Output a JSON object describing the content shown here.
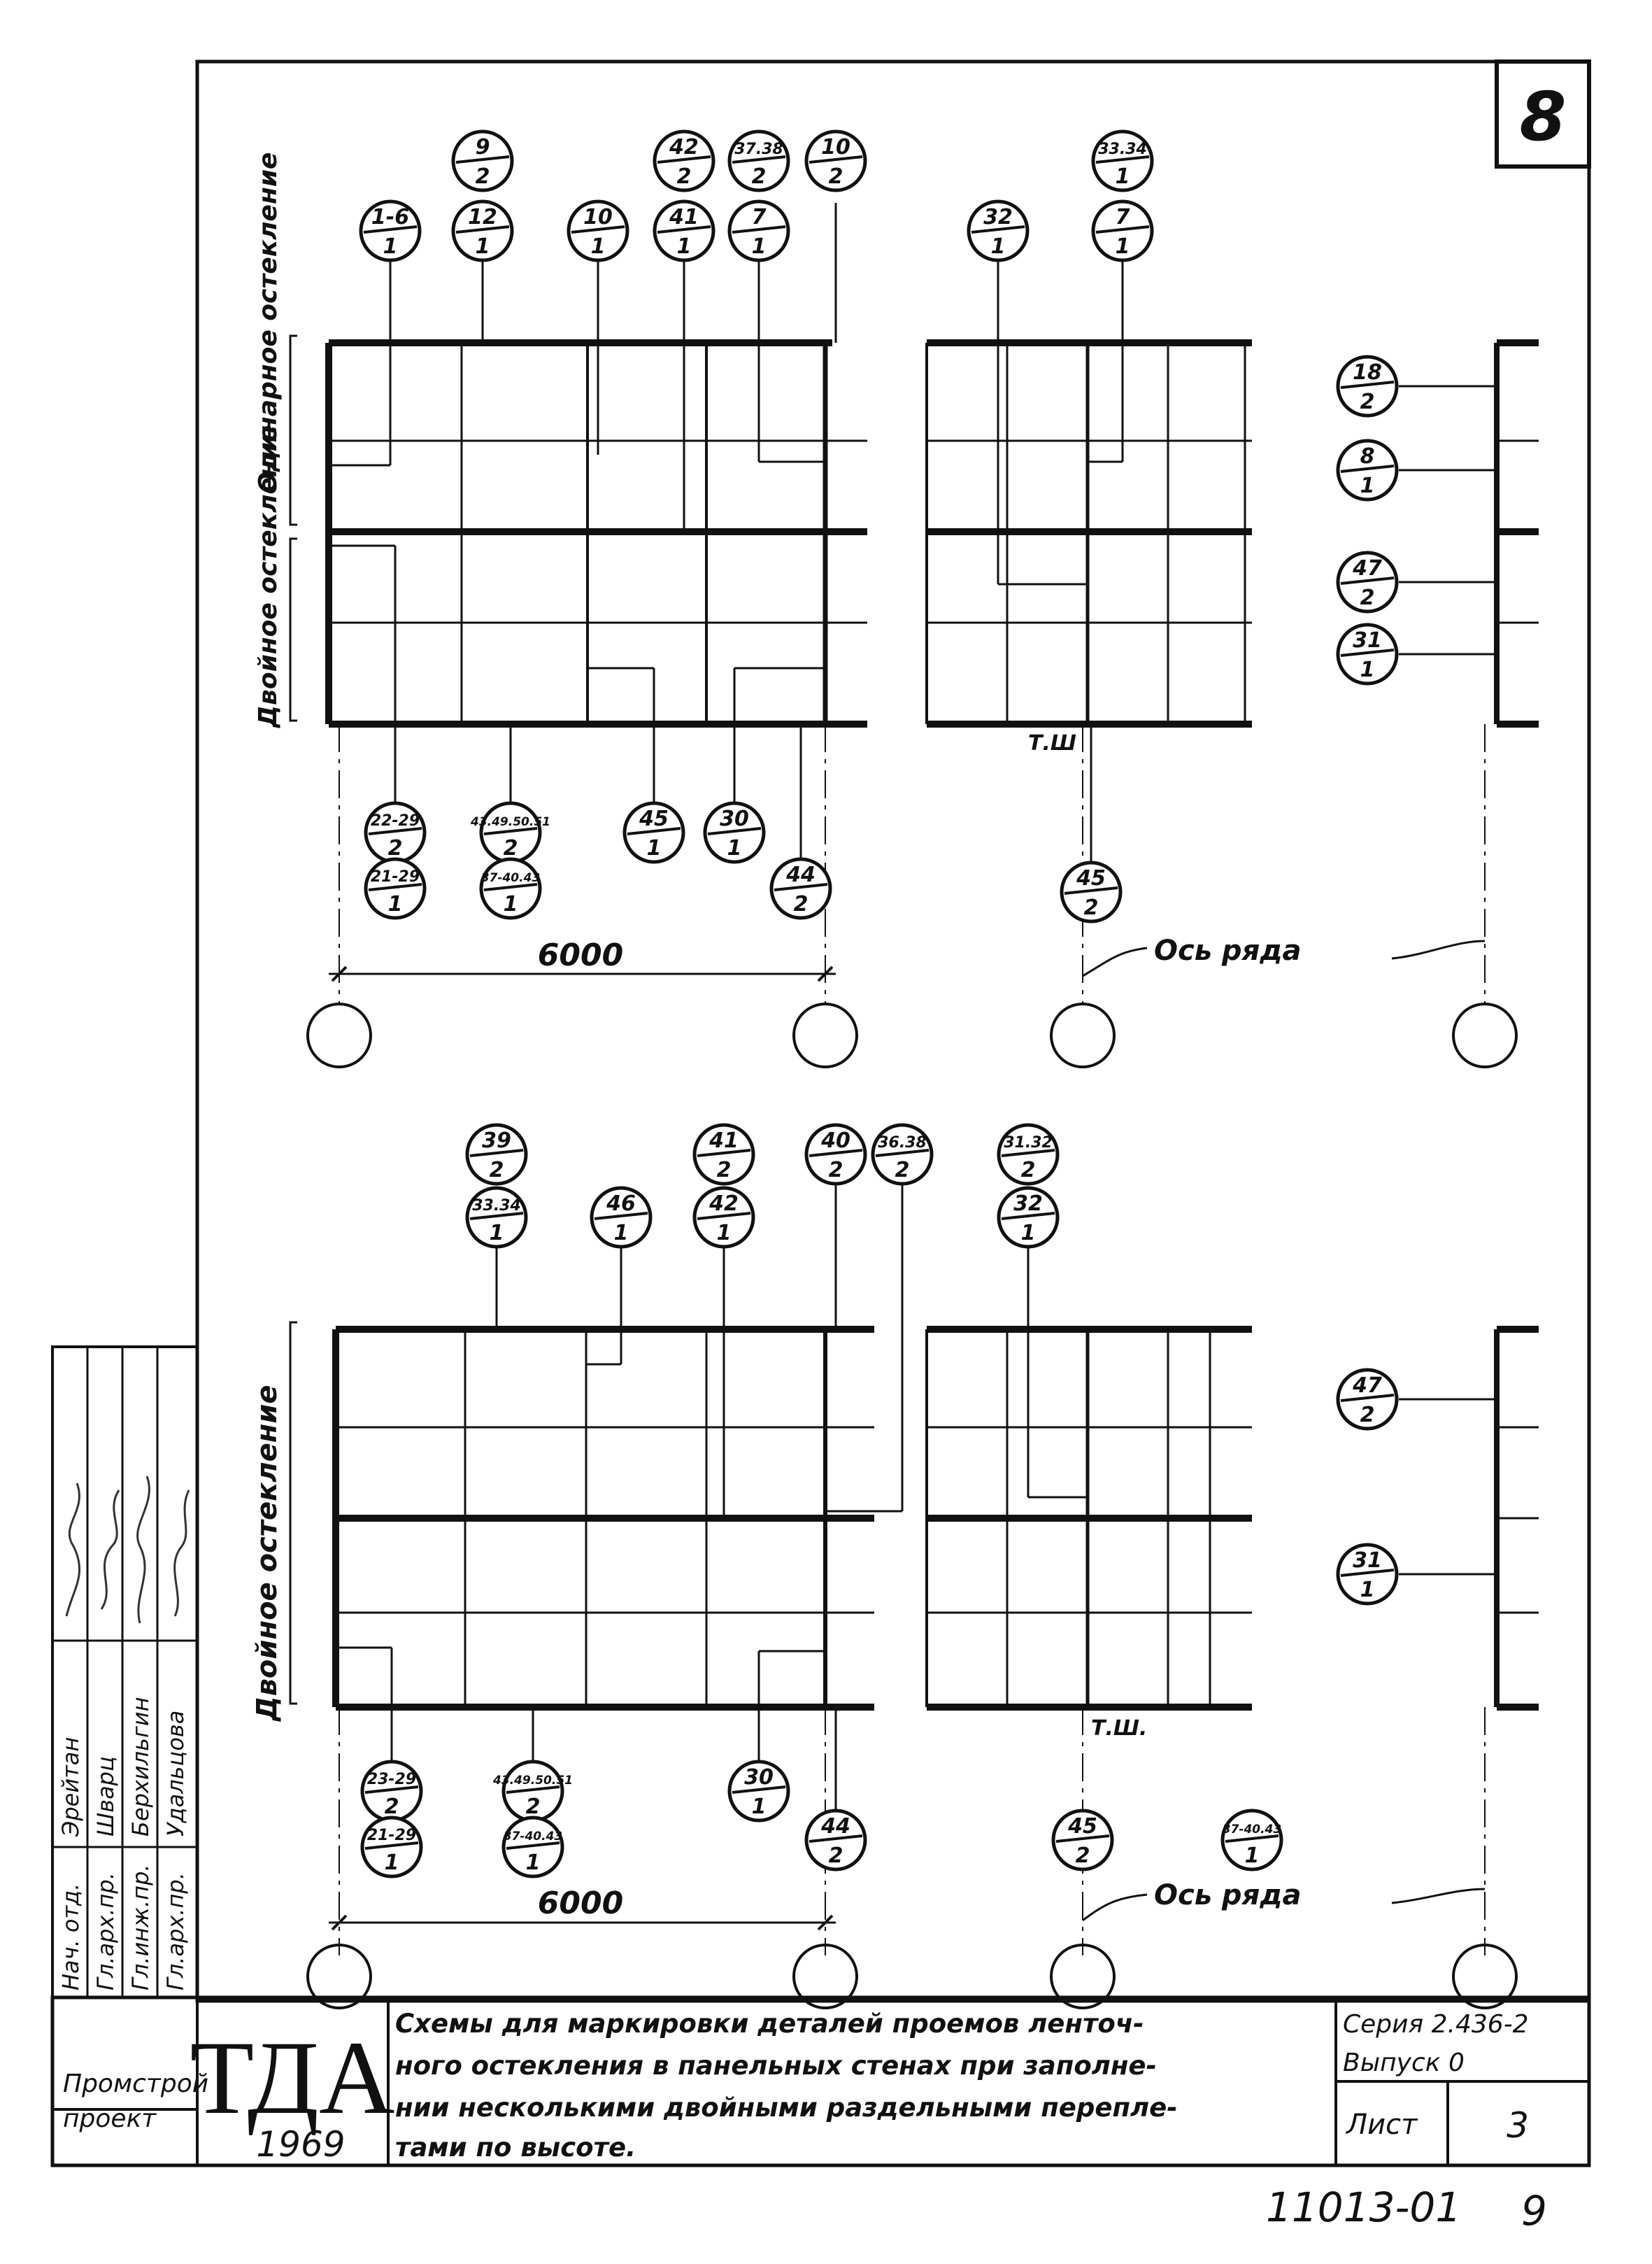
{
  "sheet": {
    "page_badge": "8",
    "sheet_code": "11013-01",
    "sheet_code_suffix": "9"
  },
  "upper_diagram": {
    "label_single_glazing": "Одинарное остекление",
    "label_double_glazing": "Двойное остекление",
    "dimension": "6000",
    "axis_label": "Ось ряда",
    "thermal_joint": "Т.Ш",
    "callouts_top": [
      {
        "num": "1-6",
        "den": "1"
      },
      {
        "num": "9",
        "den": "2"
      },
      {
        "num": "12",
        "den": "1"
      },
      {
        "num": "10",
        "den": "1"
      },
      {
        "num": "42",
        "den": "2"
      },
      {
        "num": "41",
        "den": "1"
      },
      {
        "num": "37.38",
        "den": "2"
      },
      {
        "num": "7",
        "den": "1"
      },
      {
        "num": "10",
        "den": "2"
      },
      {
        "num": "32",
        "den": "1"
      },
      {
        "num": "33.34",
        "den": "1"
      },
      {
        "num": "7",
        "den": "1"
      }
    ],
    "callouts_right": [
      {
        "num": "18",
        "den": "2"
      },
      {
        "num": "8",
        "den": "1"
      },
      {
        "num": "47",
        "den": "2"
      },
      {
        "num": "31",
        "den": "1"
      }
    ],
    "callouts_bottom": [
      {
        "num": "22-29",
        "den": "2"
      },
      {
        "num": "21-29",
        "den": "1"
      },
      {
        "num": "43.49.50.51",
        "den": "2"
      },
      {
        "num": "37-40.43",
        "den": "1"
      },
      {
        "num": "45",
        "den": "1"
      },
      {
        "num": "30",
        "den": "1"
      },
      {
        "num": "44",
        "den": "2"
      },
      {
        "num": "45",
        "den": "2"
      }
    ]
  },
  "lower_diagram": {
    "label_double_glazing": "Двойное остекление",
    "dimension": "6000",
    "axis_label": "Ось ряда",
    "thermal_joint": "Т.Ш.",
    "callouts_top": [
      {
        "num": "39",
        "den": "2"
      },
      {
        "num": "33.34",
        "den": "1"
      },
      {
        "num": "46",
        "den": "1"
      },
      {
        "num": "41",
        "den": "2"
      },
      {
        "num": "42",
        "den": "1"
      },
      {
        "num": "40",
        "den": "2"
      },
      {
        "num": "36.38",
        "den": "2"
      },
      {
        "num": "31.32",
        "den": "2"
      },
      {
        "num": "32",
        "den": "1"
      }
    ],
    "callouts_right": [
      {
        "num": "47",
        "den": "2"
      },
      {
        "num": "31",
        "den": "1"
      }
    ],
    "callouts_bottom": [
      {
        "num": "23-29",
        "den": "2"
      },
      {
        "num": "21-29",
        "den": "1"
      },
      {
        "num": "43.49.50.51",
        "den": "2"
      },
      {
        "num": "37-40.43",
        "den": "1"
      },
      {
        "num": "30",
        "den": "1"
      },
      {
        "num": "44",
        "den": "2"
      },
      {
        "num": "45",
        "den": "2"
      },
      {
        "num": "37-40.43",
        "den": "1"
      }
    ]
  },
  "side_stamp": {
    "rows": [
      {
        "role": "Нач. отд.",
        "name": "Эрейтан"
      },
      {
        "role": "Гл.арх.пр.",
        "name": "Шварц"
      },
      {
        "role": "Гл.инж.пр.",
        "name": "Берхильгин"
      },
      {
        "role": "Гл.арх.пр.",
        "name": "Удальцова"
      }
    ]
  },
  "title_block": {
    "organization_line1": "Промстрой",
    "organization_line2": "проект",
    "logo_text": "ТДА",
    "year": "1969",
    "description_line1": "Схемы для маркировки деталей проемов ленточ-",
    "description_line2": "ного остекления в панельных стенах при заполне-",
    "description_line3": "нии несколькими двойными раздельными перепле-",
    "description_line4": "тами по высоте.",
    "series": "Серия 2.436-2",
    "issue": "Выпуск 0",
    "sheet_label": "Лист",
    "sheet_number": "3"
  }
}
